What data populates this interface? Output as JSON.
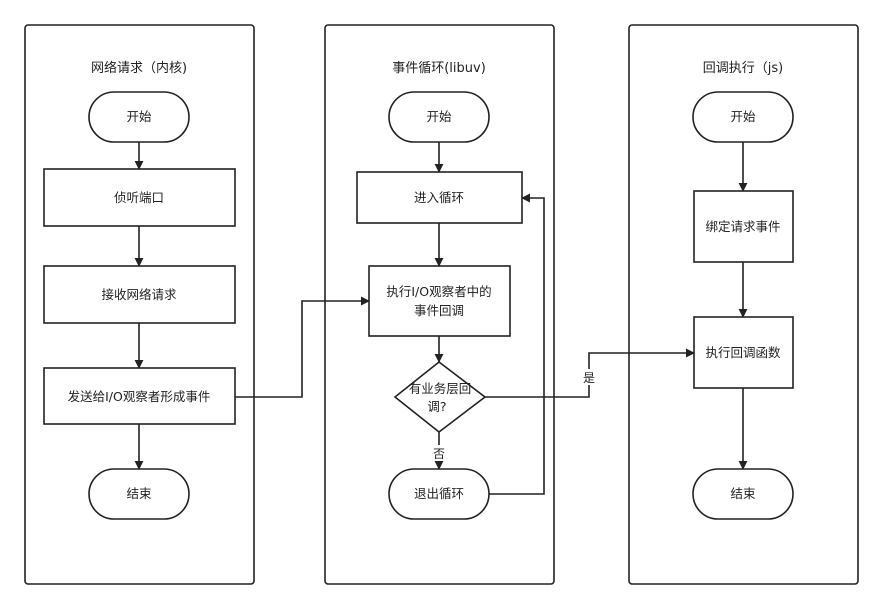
{
  "lanes": [
    {
      "id": "kernel",
      "title": "网络请求（内核)"
    },
    {
      "id": "libuv",
      "title": "事件循环(libuv)"
    },
    {
      "id": "js",
      "title": "回调执行（js)"
    }
  ],
  "nodes": {
    "k_start": {
      "label": "开始",
      "shape": "terminal"
    },
    "k_listen": {
      "label": "侦听端口",
      "shape": "process"
    },
    "k_recv": {
      "label": "接收网络请求",
      "shape": "process"
    },
    "k_send": {
      "label": "发送给I/O观察者形成事件",
      "shape": "process"
    },
    "k_end": {
      "label": "结束",
      "shape": "terminal"
    },
    "l_start": {
      "label": "开始",
      "shape": "terminal"
    },
    "l_enter": {
      "label": "进入循环",
      "shape": "process"
    },
    "l_exec": {
      "label": [
        "执行I/O观察者中的",
        "事件回调"
      ],
      "shape": "process"
    },
    "l_decide": {
      "label": [
        "有业务层回",
        "调?"
      ],
      "shape": "decision"
    },
    "l_exit": {
      "label": "退出循环",
      "shape": "terminal"
    },
    "j_start": {
      "label": "开始",
      "shape": "terminal"
    },
    "j_bind": {
      "label": "绑定请求事件",
      "shape": "process"
    },
    "j_exec": {
      "label": "执行回调函数",
      "shape": "process"
    },
    "j_end": {
      "label": "结束",
      "shape": "terminal"
    }
  },
  "edges": [
    {
      "from": "k_start",
      "to": "k_listen"
    },
    {
      "from": "k_listen",
      "to": "k_recv"
    },
    {
      "from": "k_recv",
      "to": "k_send"
    },
    {
      "from": "k_send",
      "to": "k_end"
    },
    {
      "from": "k_send",
      "to": "l_exec"
    },
    {
      "from": "l_start",
      "to": "l_enter"
    },
    {
      "from": "l_enter",
      "to": "l_exec"
    },
    {
      "from": "l_exec",
      "to": "l_decide"
    },
    {
      "from": "l_decide",
      "to": "l_exit",
      "label": "否"
    },
    {
      "from": "l_decide",
      "to": "j_exec",
      "label": "是"
    },
    {
      "from": "l_exit",
      "to": "l_enter"
    },
    {
      "from": "j_start",
      "to": "j_bind"
    },
    {
      "from": "j_bind",
      "to": "j_exec"
    },
    {
      "from": "j_exec",
      "to": "j_end"
    }
  ]
}
